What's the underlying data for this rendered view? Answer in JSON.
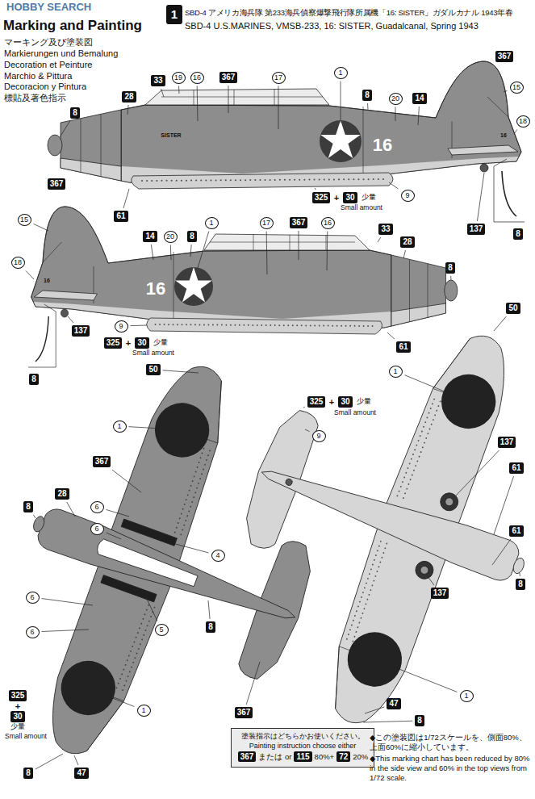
{
  "diagram": {
    "title": "Marking and Painting",
    "nodes": [
      {
        "text": [
          "1"
        ]
      },
      {
        "text": [
          "塗装指示はどちらかお使いください。",
          "Painting instruction choose either",
          "367",
          "または or",
          "115",
          "80%+",
          "72",
          "20%"
        ]
      }
    ],
    "labels": [
      "HOBBY SEARCH",
      "マーキング及び塗装図",
      "Markierungen und Bemalung",
      "Decoration et Peinture",
      "Marchio & Pittura",
      "Decoracion y Pintura",
      "標貼及著色指示",
      "SBD-4 アメリカ海兵隊 第233海兵偵察爆撃飛行隊所属機「16: SISTER」ガダルカナル 1943年春",
      "SBD-4 U.S.MARINES, VMSB-233, 16: SISTER, Guadalcanal, Spring 1943",
      "367",
      "15",
      "18",
      "8",
      "137",
      "33",
      "19",
      "16",
      "367",
      "17",
      "1",
      "8",
      "20",
      "14",
      "28",
      "8",
      "61",
      "9",
      "325",
      "+",
      "30",
      "少量",
      "Small amount",
      "16",
      "16",
      "SISTER",
      "367",
      "15",
      "18",
      "137",
      "8",
      "14",
      "20",
      "8",
      "1",
      "17",
      "367",
      "16",
      "33",
      "28",
      "8",
      "61",
      "9",
      "325",
      "+",
      "30",
      "少量",
      "Small amount",
      "16",
      "16",
      "50",
      "1",
      "367",
      "28",
      "8",
      "6",
      "6",
      "4",
      "5",
      "8",
      "6",
      "6",
      "367",
      "1",
      "325",
      "+",
      "30",
      "少量",
      "Small amount",
      "8",
      "47",
      "50",
      "1",
      "325",
      "+",
      "30",
      "少量",
      "Small amount",
      "9",
      "137",
      "61",
      "137",
      "61",
      "8",
      "1",
      "47",
      "8",
      "◆この塗装図は1/72スケールを、側面80%、上面60%に縮小しています。",
      "◆This marking chart has been reduced by 80% in the side view and 60% in the top views from 1/72 scale."
    ]
  }
}
